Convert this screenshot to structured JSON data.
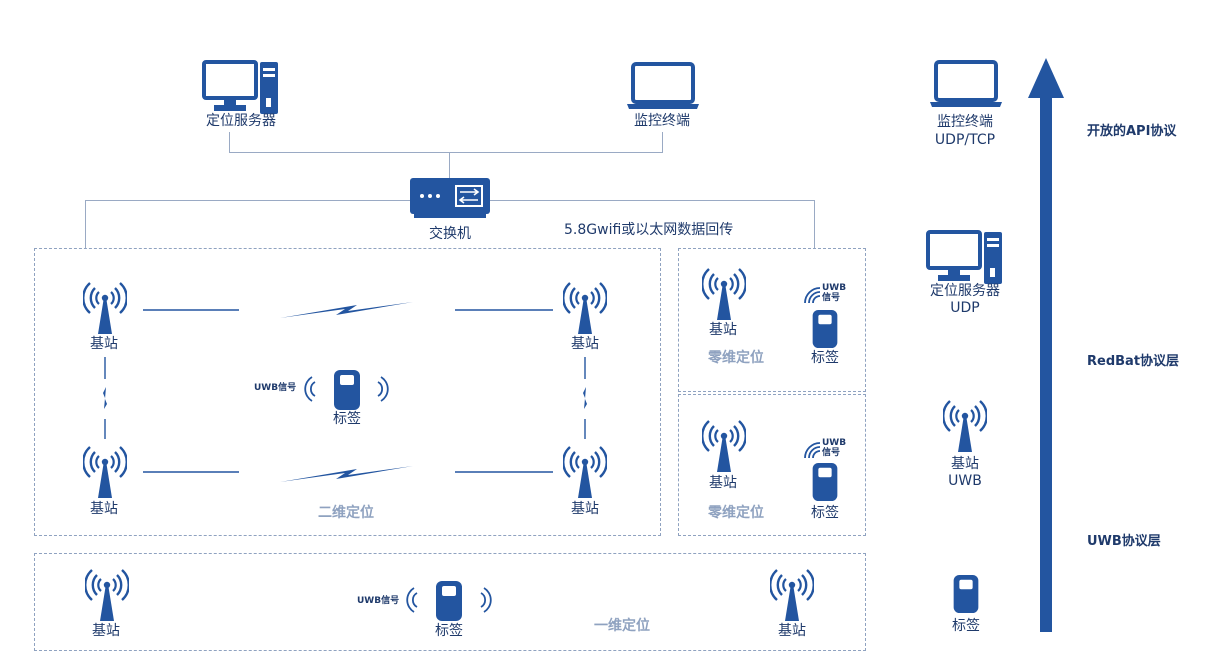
{
  "top": {
    "server_label": "定位服务器",
    "monitor_label": "监控终端",
    "switch_label": "交换机",
    "backhaul_label": "5.8Gwifi或以太网数据回传"
  },
  "labels": {
    "base_station": "基站",
    "tag": "标签",
    "uwb_signal": "UWB信号",
    "uwb": "UWB",
    "signal": "信号"
  },
  "zones": {
    "two_d": "二维定位",
    "zero_d": "零维定位",
    "one_d": "一维定位"
  },
  "right": {
    "monitor_title": "监控终端",
    "monitor_sub": "UDP/TCP",
    "server_title": "定位服务器",
    "server_sub": "UDP",
    "base_title": "基站",
    "base_sub": "UWB",
    "tag_title": "标签",
    "layer_api": "开放的API协议",
    "layer_redbat": "RedBat协议层",
    "layer_uwb": "UWB协议层"
  },
  "colors": {
    "primary": "#2355a0",
    "line": "#9aaac4",
    "muted": "#8fa2c0"
  }
}
